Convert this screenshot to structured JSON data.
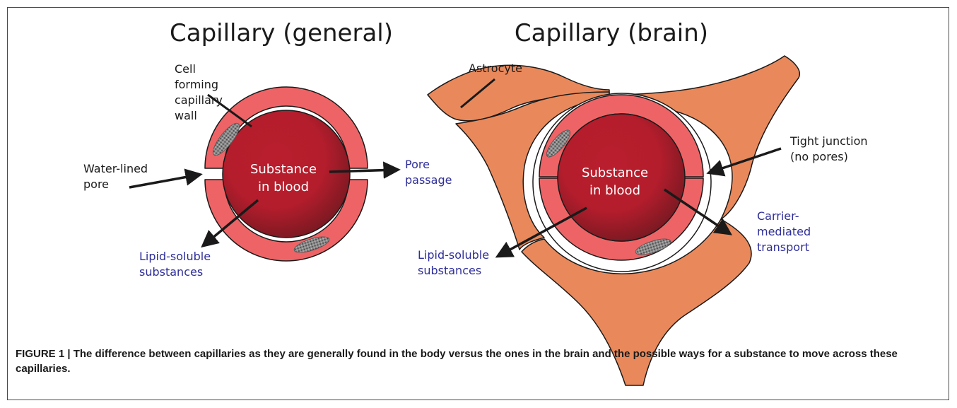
{
  "titles": {
    "general": "Capillary (general)",
    "brain": "Capillary (brain)"
  },
  "general": {
    "cell_wall_label": [
      "Cell",
      "forming",
      "capillary",
      "wall"
    ],
    "pore_label": [
      "Water-lined",
      "pore"
    ],
    "blood_label": [
      "Substance",
      "in blood"
    ],
    "pore_passage_label": [
      "Pore",
      "passage"
    ],
    "lipid_label": [
      "Lipid-soluble",
      "substances"
    ]
  },
  "brain": {
    "astrocyte_label": "Astrocyte",
    "tight_junction_label": [
      "Tight junction",
      "(no pores)"
    ],
    "blood_label": [
      "Substance",
      "in blood"
    ],
    "carrier_label": [
      "Carrier-",
      "mediated",
      "transport"
    ],
    "lipid_label": [
      "Lipid-soluble",
      "substances"
    ]
  },
  "colors": {
    "wall": "#ee6466",
    "blood": "#b81f2e",
    "astrocyte": "#e9895b",
    "label_blue": "#2e2e9a",
    "outline": "#1a1a1a"
  },
  "caption": "FIGURE 1 | The difference between capillaries as they are generally found in the body versus the ones in the brain and the possible ways for a substance to move across these capillaries."
}
